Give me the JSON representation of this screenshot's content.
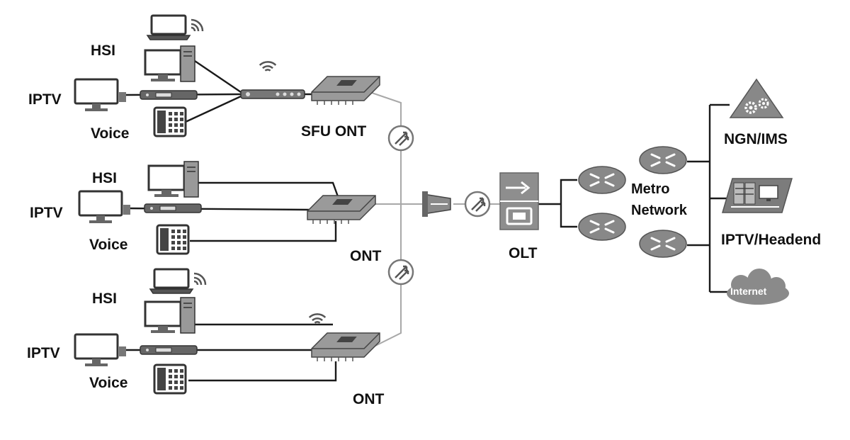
{
  "groups": [
    {
      "hsi": "HSI",
      "iptv": "IPTV",
      "voice": "Voice",
      "ont": "SFU ONT"
    },
    {
      "hsi": "HSI",
      "iptv": "IPTV",
      "voice": "Voice",
      "ont": "ONT"
    },
    {
      "hsi": "HSI",
      "iptv": "IPTV",
      "voice": "Voice",
      "ont": "ONT"
    }
  ],
  "core": {
    "olt": "OLT",
    "metro_line1": "Metro",
    "metro_line2": "Network",
    "ngn": "NGN/IMS",
    "iptv_headend": "IPTV/Headend",
    "internet": "Internet"
  },
  "icons": [
    "laptop-icon",
    "desktop-icon",
    "tv-icon",
    "set-top-box-icon",
    "phone-icon",
    "wifi-icon",
    "ont-icon",
    "splitter-icon",
    "olt-icon",
    "router-icon",
    "gear-icon",
    "server-icon",
    "cloud-icon"
  ],
  "colors": {
    "line": "#1a1a1a",
    "fiber": "#a8a8a8",
    "device": "#8a8a8a",
    "device_dark": "#555555",
    "background": "#ffffff"
  }
}
